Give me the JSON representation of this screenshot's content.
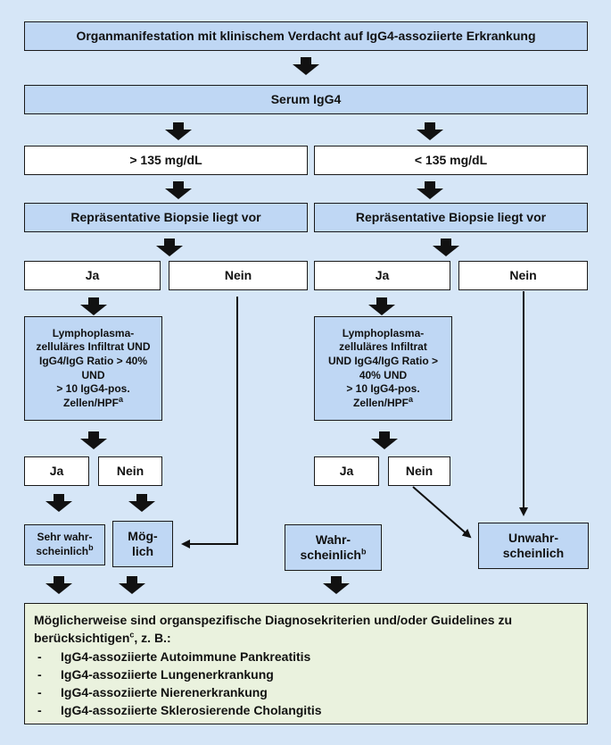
{
  "title": "Organmanifestation mit klinischem Verdacht auf IgG4-assoziierte Erkrankung",
  "serum": "Serum IgG4",
  "left": {
    "threshold": "> 135 mg/dL",
    "biopsy": "Repräsentative Biopsie liegt vor",
    "yes": "Ja",
    "no": "Nein",
    "infiltrate_lines": [
      "Lymphoplasma-",
      "zelluläres Infiltrat UND",
      "IgG4/IgG Ratio > 40%",
      "UND",
      "> 10 IgG4-pos.",
      "Zellen/HPF"
    ],
    "infiltrate_sup": "a",
    "inf_yes": "Ja",
    "inf_no": "Nein",
    "very_likely_lines": [
      "Sehr wahr-",
      "scheinlich"
    ],
    "very_likely_sup": "b",
    "possible_lines": [
      "Mög-",
      "lich"
    ]
  },
  "right": {
    "threshold": "< 135 mg/dL",
    "biopsy": "Repräsentative Biopsie liegt vor",
    "yes": "Ja",
    "no": "Nein",
    "infiltrate_lines": [
      "Lymphoplasma-",
      "zelluläres Infiltrat",
      "UND IgG4/IgG Ratio >",
      "40% UND",
      "> 10 IgG4-pos.",
      "Zellen/HPF"
    ],
    "infiltrate_sup": "a",
    "inf_yes": "Ja",
    "inf_no": "Nein",
    "likely_lines": [
      "Wahr-",
      "scheinlich"
    ],
    "likely_sup": "b",
    "unlikely_lines": [
      "Unwahr-",
      "scheinlich"
    ]
  },
  "final": {
    "intro": "Möglicherweise sind organspezifische Diagnosekriterien und/oder Guidelines zu berücksichtigen",
    "intro_sup": "c",
    "intro_end": ", z. B.:",
    "items": [
      "IgG4-assoziierte Autoimmune Pankreatitis",
      "IgG4-assoziierte Lungenerkrankung",
      "IgG4-assoziierte Nierenerkrankung",
      "IgG4-assoziierte Sklerosierende Cholangitis"
    ]
  }
}
